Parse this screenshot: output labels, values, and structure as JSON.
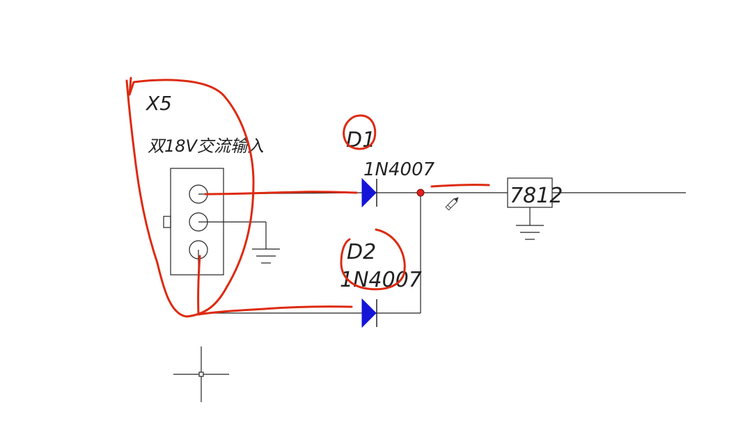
{
  "connector": {
    "ref": "X5",
    "desc": "双18V交流输入"
  },
  "diode1": {
    "ref": "D1",
    "part": "1N4007"
  },
  "diode2": {
    "ref": "D2",
    "part": "1N4007"
  },
  "regulator": {
    "label": "7812"
  },
  "colors": {
    "wire": "#111111",
    "annotation": "#dd2a10",
    "diode": "#1515d8",
    "junction": "#e02020",
    "background": "#ffffff"
  },
  "icons": {
    "cursor": "pencil-icon",
    "crosshair": "crosshair-cursor-icon"
  }
}
